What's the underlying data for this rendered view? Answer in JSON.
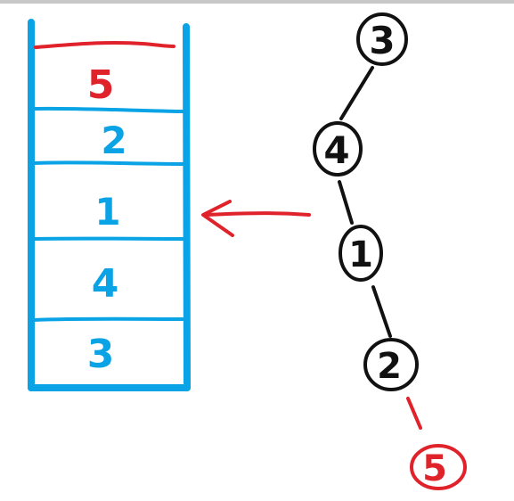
{
  "colors": {
    "stack": "#0aa3e6",
    "highlight": "#e0222b",
    "tree": "#111111"
  },
  "stack": {
    "items": [
      {
        "label": "5",
        "state": "pushed"
      },
      {
        "label": "2",
        "state": "normal"
      },
      {
        "label": "1",
        "state": "normal"
      },
      {
        "label": "4",
        "state": "normal"
      },
      {
        "label": "3",
        "state": "normal"
      }
    ]
  },
  "tree": {
    "nodes": [
      {
        "label": "3",
        "state": "normal"
      },
      {
        "label": "4",
        "state": "normal"
      },
      {
        "label": "1",
        "state": "normal"
      },
      {
        "label": "2",
        "state": "normal"
      },
      {
        "label": "5",
        "state": "new"
      }
    ]
  }
}
